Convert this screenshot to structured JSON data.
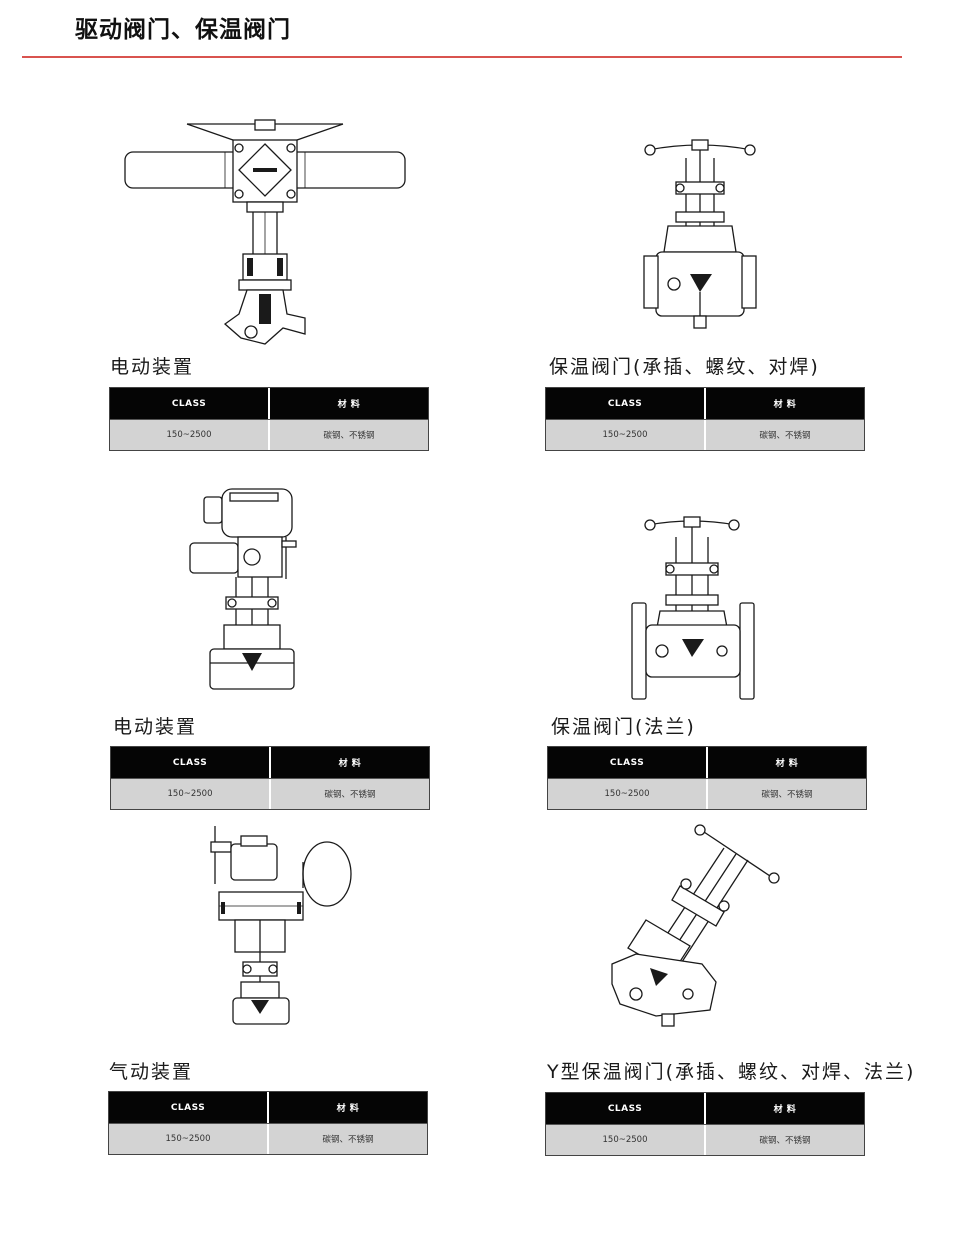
{
  "page": {
    "title": "驱动阀门、保温阀门",
    "accent_color": "#d9534f"
  },
  "spec_headers": {
    "class": "CLASS",
    "material": "材  料"
  },
  "items": [
    {
      "name": "电动装置",
      "class_value": "150~2500",
      "material_value": "碳钢、不锈钢"
    },
    {
      "name": "保温阀门(承插、螺纹、对焊)",
      "class_value": "150~2500",
      "material_value": "碳钢、不锈钢"
    },
    {
      "name": "电动装置",
      "class_value": "150~2500",
      "material_value": "碳钢、不锈钢"
    },
    {
      "name": "保温阀门(法兰)",
      "class_value": "150~2500",
      "material_value": "碳钢、不锈钢"
    },
    {
      "name": "气动装置",
      "class_value": "150~2500",
      "material_value": "碳钢、不锈钢"
    },
    {
      "name": "Y型保温阀门(承插、螺纹、对焊、法兰)",
      "class_value": "150~2500",
      "material_value": "碳钢、不锈钢"
    }
  ]
}
